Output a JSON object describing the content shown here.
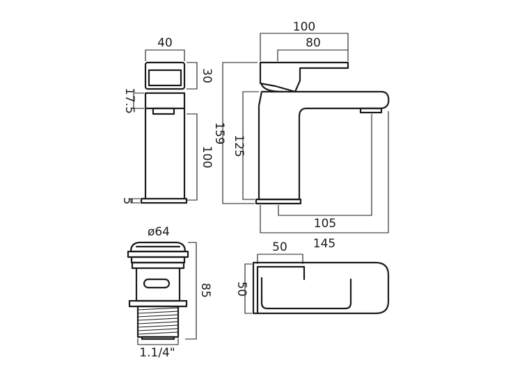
{
  "dimensions": {
    "side_width": "40",
    "side_top": "30",
    "side_mid": "17.5",
    "side_body": "100",
    "side_base": "5",
    "front_total_length": "100",
    "front_handle": "80",
    "front_height": "159",
    "front_body_height": "125",
    "front_spout_reach": "105",
    "front_base_length": "145",
    "waste_diameter": "ø64",
    "waste_height": "85",
    "waste_thread": "1.1/4\"",
    "plan_width": "50",
    "plan_depth": "50"
  }
}
